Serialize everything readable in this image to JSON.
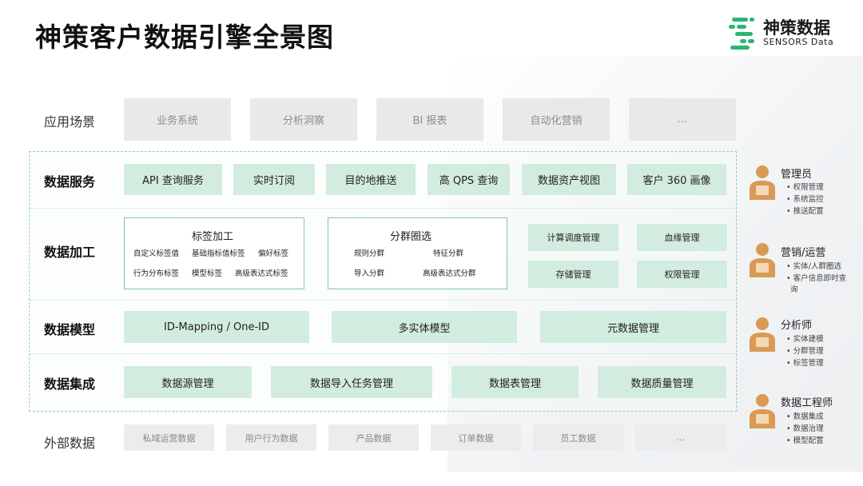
{
  "title": "神策客户数据引擎全景图",
  "logo": {
    "cn": "神策数据",
    "en": "SENSORS Data"
  },
  "colors": {
    "green_box": "#d2ecdf",
    "green_border": "#7ccaa2",
    "gray_box": "#e9e9e9",
    "logo_green": "#2bb673"
  },
  "rows": {
    "apps": {
      "label": "应用场景",
      "items": [
        "业务系统",
        "分析洞察",
        "BI 报表",
        "自动化营销",
        "…"
      ]
    },
    "services": {
      "label": "数据服务",
      "items": [
        "API 查询服务",
        "实时订阅",
        "目的地推送",
        "高 QPS 查询",
        "数据资产视图",
        "客户 360 画像"
      ]
    },
    "processing": {
      "label": "数据加工",
      "tagging": {
        "title": "标签加工",
        "items": [
          "自定义标签值",
          "基础指标值标签",
          "偏好标签",
          "行为分布标签",
          "模型标签",
          "高级表达式标签"
        ]
      },
      "segment": {
        "title": "分群圈选",
        "items": [
          "规则分群",
          "特征分群",
          "导入分群",
          "高级表达式分群"
        ]
      },
      "mgmt": [
        "计算调度管理",
        "血缘管理",
        "存储管理",
        "权限管理"
      ]
    },
    "model": {
      "label": "数据模型",
      "items": [
        "ID-Mapping / One-ID",
        "多实体模型",
        "元数据管理"
      ]
    },
    "integration": {
      "label": "数据集成",
      "items": [
        "数据源管理",
        "数据导入任务管理",
        "数据表管理",
        "数据质量管理"
      ]
    },
    "external": {
      "label": "外部数据",
      "items": [
        "私域运营数据",
        "用户行为数据",
        "产品数据",
        "订单数据",
        "员工数据",
        "…"
      ]
    }
  },
  "roles": [
    {
      "name": "管理员",
      "items": [
        "权限管理",
        "系统监控",
        "推送配置"
      ]
    },
    {
      "name": "营销/运营",
      "items": [
        "实体/人群圈选",
        "客户信息即时查",
        "询"
      ]
    },
    {
      "name": "分析师",
      "items": [
        "实体建模",
        "分群管理",
        "标签管理"
      ]
    },
    {
      "name": "数据工程师",
      "items": [
        "数据集成",
        "数据治理",
        "模型配置"
      ]
    }
  ]
}
